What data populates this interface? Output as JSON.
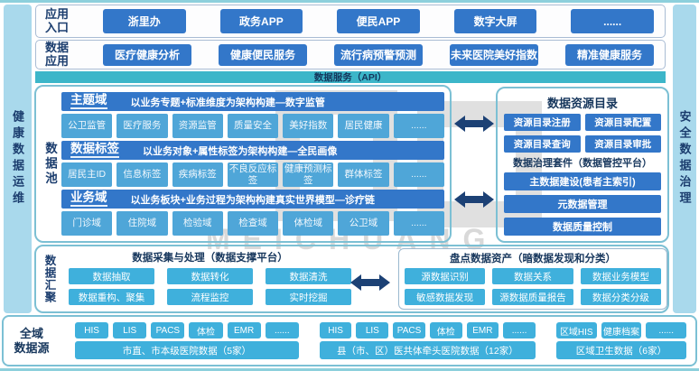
{
  "sidebar_left": {
    "label": "健康数据运维"
  },
  "sidebar_right": {
    "label": "安全数据治理"
  },
  "entry_row": {
    "label_line1": "应用",
    "label_line2": "入口",
    "items": [
      "浙里办",
      "政务APP",
      "便民APP",
      "数字大屏",
      "......"
    ]
  },
  "app_row": {
    "label_line1": "数据",
    "label_line2": "应用",
    "items": [
      "医疗健康分析",
      "健康便民服务",
      "流行病预警预测",
      "未来医院美好指数",
      "精准健康服务"
    ]
  },
  "api_bar": {
    "label": "数据服务（API）"
  },
  "data_pool": {
    "label": "数据池",
    "sections": [
      {
        "title": "主题域",
        "desc": "以业务专题+标准维度为架构构建—数字监管",
        "items": [
          "公卫监管",
          "医疗服务",
          "资源监管",
          "质量安全",
          "美好指数",
          "居民健康",
          "......"
        ]
      },
      {
        "title": "数据标签",
        "desc": "以业务对象+属性标签为架构构建—全民画像",
        "items": [
          "居民主ID",
          "信息标签",
          "疾病标签",
          "不良反应标签",
          "健康预测标签",
          "群体标签",
          "......"
        ]
      },
      {
        "title": "业务域",
        "desc": "以业务板块+业务过程为架构构建真实世界模型—诊疗链",
        "items": [
          "门诊域",
          "住院域",
          "检验域",
          "检查域",
          "体检域",
          "公卫域",
          "......"
        ]
      }
    ]
  },
  "catalog": {
    "title": "数据资源目录",
    "items": [
      "资源目录注册",
      "资源目录配置",
      "资源目录查询",
      "资源目录审批"
    ],
    "suite_title": "数据治理套件（数据管控平台）",
    "suite_items": [
      "主数据建设(患者主索引)",
      "元数据管理",
      "数据质量控制"
    ]
  },
  "aggregation": {
    "label": "数据汇聚",
    "collect": {
      "title": "数据采集与处理（数据支撑平台）",
      "items": [
        "数据抽取",
        "数据转化",
        "数据清洗",
        "数据重构、聚集",
        "流程监控",
        "实时挖掘"
      ]
    },
    "inventory": {
      "title": "盘点数据资产（暗数据发现和分类）",
      "items": [
        "源数据识别",
        "数据关系",
        "数据业务模型",
        "敏感数据发现",
        "源数据质量报告",
        "数据分类分级"
      ]
    }
  },
  "sources": {
    "label_line1": "全域",
    "label_line2": "数据源",
    "groups": [
      {
        "tags": [
          "HIS",
          "LIS",
          "PACS",
          "体检",
          "EMR",
          "......"
        ],
        "name": "市直、市本级医院数据（5家）"
      },
      {
        "tags": [
          "HIS",
          "LIS",
          "PACS",
          "体检",
          "EMR",
          "......"
        ],
        "name": "县（市、区）医共体牵头医院数据（12家）"
      },
      {
        "tags": [
          "区域HIS",
          "健康档案",
          "......"
        ],
        "name": "区域卫生数据（6家）"
      }
    ]
  },
  "watermark": {
    "name": "MEICHUANG"
  },
  "colors": {
    "primary_blue": "#3377c9",
    "sub_cyan": "#4fa6d8",
    "band_cyan": "#3fb0dc",
    "teal_bar": "#3cb6c9",
    "navy_text": "#1b3d6e",
    "sidebar_blue": "#a9d9ec",
    "border_teal": "#7cc0d4",
    "arrow_navy": "#1c4175"
  }
}
